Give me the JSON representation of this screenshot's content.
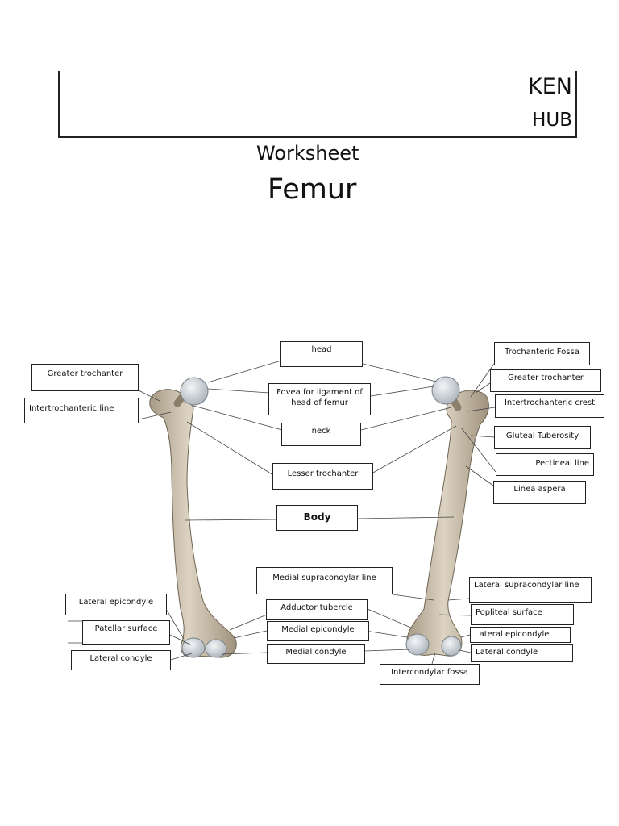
{
  "header": {
    "brand_line1": "KEN",
    "brand_line2": "HUB"
  },
  "worksheet": {
    "title": "Worksheet",
    "subject": "Femur"
  },
  "labels": {
    "head": "head",
    "fovea": "Fovea for ligament of head of femur",
    "neck": "neck",
    "lesser_trochanter": "Lesser trochanter",
    "body": "Body",
    "medial_supracondylar_line": "Medial supracondylar line",
    "adductor_tubercle": "Adductor tubercle",
    "medial_epicondyle": "Medial epicondyle",
    "medial_condyle": "Medial condyle",
    "intercondylar_fossa": "Intercondylar fossa",
    "left_greater_trochanter": "Greater trochanter",
    "left_intertrochanteric_line": "Intertrochanteric line",
    "left_lateral_epicondyle": "Lateral epicondyle",
    "left_patellar_surface": "Patellar surface",
    "left_lateral_condyle": "Lateral condyle",
    "right_trochanteric_fossa": "Trochanteric Fossa",
    "right_greater_trochanter": "Greater trochanter",
    "right_intertrochanteric_crest": "Intertrochanteric crest",
    "right_gluteal_tuberosity": "Gluteal Tuberosity",
    "right_pectineal_line": "Pectineal line",
    "right_linea_aspera": "Linea aspera",
    "right_lateral_supracondylar_line": "Lateral supracondylar line",
    "right_popliteal_surface": "Popliteal surface",
    "right_lateral_epicondyle": "Lateral epicondyle",
    "right_lateral_condyle": "Lateral condyle"
  }
}
